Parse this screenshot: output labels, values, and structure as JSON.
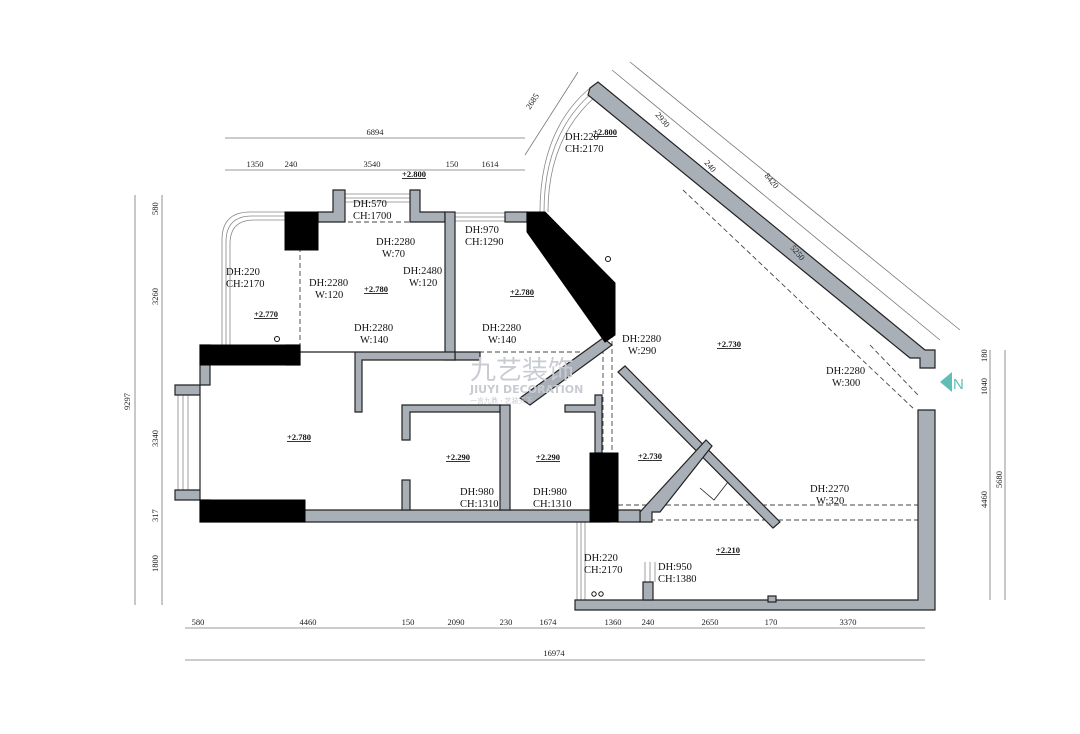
{
  "watermark": {
    "brand_cn": "九艺装饰",
    "brand_en": "JIUYI DECORATION",
    "tagline": "一言九鼎 · 艺装天下"
  },
  "north": {
    "label": "N",
    "color": "#5fbfb6"
  },
  "colors": {
    "wall": "#a9afb7",
    "column": "#000000"
  },
  "dims": {
    "top": {
      "total": "6894",
      "segments": [
        "1350",
        "240",
        "3540",
        "150",
        "1614"
      ],
      "diag_balcony": "2685"
    },
    "diagonal": {
      "d2930": "2930",
      "d240": "240",
      "d8420": "8420",
      "d5250": "5250"
    },
    "left": {
      "total": "9297",
      "segments": [
        "580",
        "3260",
        "3340",
        "317",
        "1800"
      ]
    },
    "right": {
      "segments": [
        "180",
        "1040",
        "5680",
        "4460"
      ]
    },
    "bottom": {
      "total": "16974",
      "segments": [
        "580",
        "4460",
        "150",
        "2090",
        "230",
        "1674",
        "1360",
        "240",
        "2650",
        "170",
        "3370"
      ]
    }
  },
  "openings": [
    {
      "a": "DH:570",
      "b": "CH:1700"
    },
    {
      "a": "DH:2280",
      "b": "W:70"
    },
    {
      "a": "DH:220",
      "b": "CH:2170"
    },
    {
      "a": "DH:2280",
      "b": "W:120"
    },
    {
      "a": "DH:2480",
      "b": "W:120"
    },
    {
      "a": "DH:970",
      "b": "CH:1290"
    },
    {
      "a": "DH:2280",
      "b": "W:140"
    },
    {
      "a": "DH:2280",
      "b": "W:140"
    },
    {
      "a": "DH:220",
      "b": "CH:2170"
    },
    {
      "a": "DH:2280",
      "b": "W:290"
    },
    {
      "a": "DH:2280",
      "b": "W:300"
    },
    {
      "a": "DH:980",
      "b": "CH:1310"
    },
    {
      "a": "DH:980",
      "b": "CH:1310"
    },
    {
      "a": "DH:2270",
      "b": "W:320"
    },
    {
      "a": "DH:220",
      "b": "CH:2170"
    },
    {
      "a": "DH:950",
      "b": "CH:1380"
    }
  ],
  "levels": [
    "+2.800",
    "+2.800",
    "+2.770",
    "+2.780",
    "+2.780",
    "+2.730",
    "+2.780",
    "+2.290",
    "+2.290",
    "+2.730",
    "+2.210"
  ]
}
